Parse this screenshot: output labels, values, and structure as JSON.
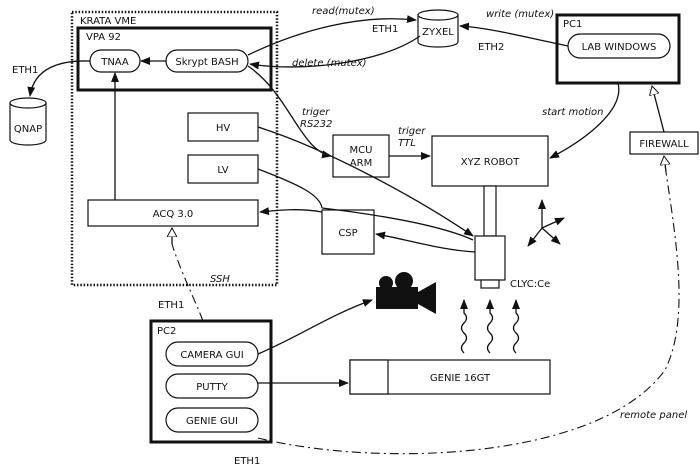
{
  "vme": {
    "title": "KRATA VME",
    "vpa_title": "VPA 92",
    "tnaa": "TNAA",
    "bash": "Skrypt BASH",
    "hv": "HV",
    "lv": "LV",
    "acq": "ACQ 3.0"
  },
  "nodes": {
    "qnap": "QNAP",
    "zyxel": "ZYXEL",
    "pc1": "PC1",
    "lab_windows": "LAB WINDOWS",
    "firewall": "FIREWALL",
    "mcu_line1": "MCU",
    "mcu_line2": "ARM",
    "robot": "XYZ ROBOT",
    "csp": "CSP",
    "clyc": "CLYC:Ce",
    "genie": "GENIE 16GT",
    "pc2": "PC2",
    "camera_gui": "CAMERA GUI",
    "putty": "PUTTY",
    "genie_gui": "GENIE GUI"
  },
  "edges": {
    "eth1_qnap": "ETH1",
    "eth1_zyxel": "ETH1",
    "eth2": "ETH2",
    "read": "read(mutex)",
    "write": "write (mutex)",
    "delete": "delete (mutex)",
    "start_motion": "start motion",
    "triger_rs_1": "triger",
    "triger_rs_2": "RS232",
    "triger_ttl_1": "triger",
    "triger_ttl_2": "TTL",
    "ssh": "SSH",
    "eth1_pc2": "ETH1",
    "eth1_bottom": "ETH1",
    "remote_panel": "remote panel"
  },
  "icons": [
    "camera-icon",
    "radiation-wave-icon",
    "axes-icon",
    "database-icon"
  ]
}
